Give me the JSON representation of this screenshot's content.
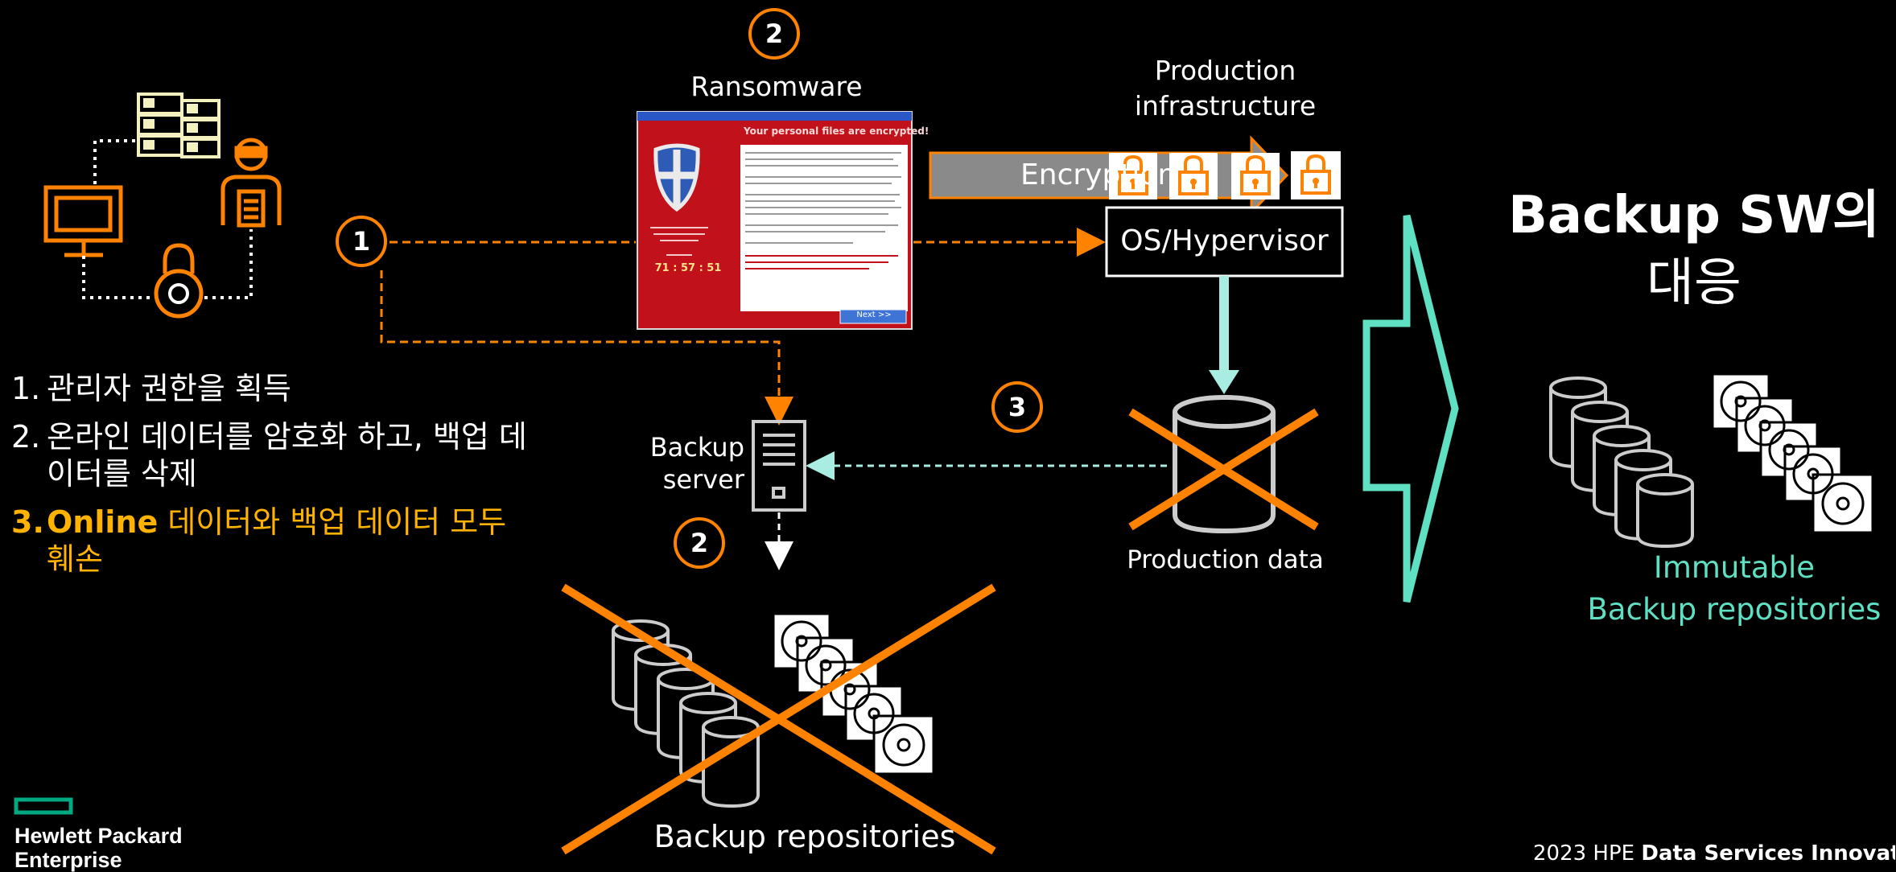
{
  "badges": {
    "n1": "1",
    "n2_top": "2",
    "n2_backup": "2",
    "n3": "3"
  },
  "labels": {
    "ransomware": "Ransomware",
    "production_infra": "Production\ninfrastructure",
    "encryption": "Encryption",
    "os_hypervisor": "OS/Hypervisor",
    "backup_server": "Backup\nserver",
    "production_data": "Production data",
    "backup_repositories": "Backup repositories",
    "response_title_1": "Backup SW의",
    "response_title_2": "대응",
    "immutable_repos": "Immutable\nBackup repositories"
  },
  "ransom_window": {
    "heading": "Your personal files are encrypted!",
    "timer": "71 : 57 : 51",
    "next_button": "Next >>"
  },
  "steps": [
    {
      "num": "1.",
      "text": "관리자 권한을 획득"
    },
    {
      "num": "2.",
      "text": "온라인 데이터를 암호화 하고, 백업 데이터를 삭제"
    },
    {
      "num": "3.",
      "keyword": "Online",
      "text": " 데이터와 백업 데이터 모두 훼손"
    }
  ],
  "footer": {
    "logo_line1": "Hewlett Packard",
    "logo_line2": "Enterprise",
    "copyright_prefix": "2023 HPE ",
    "copyright_bold": "Data Services Innovation D"
  },
  "colors": {
    "accent_orange": "#ff8300",
    "teal": "#5fe0c3",
    "highlight_yellow": "#ffb300",
    "hpe_green": "#01a982"
  }
}
